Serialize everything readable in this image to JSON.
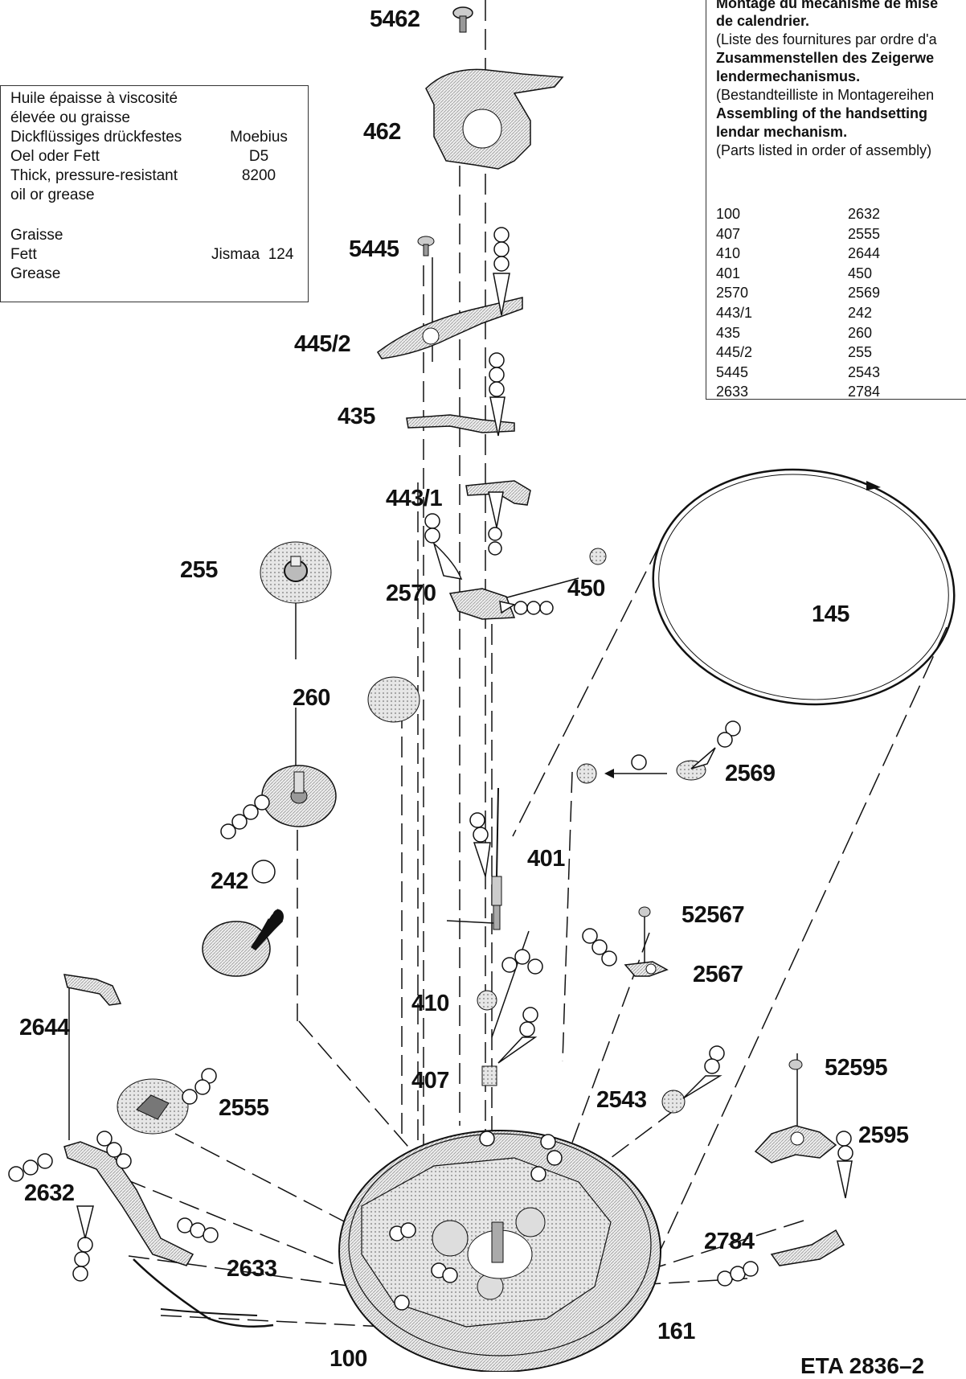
{
  "lubricant_legend": {
    "oil_lines": [
      "Huile épaisse à viscosité",
      "élevée ou graisse",
      "Dickflüssiges drückfestes",
      "Oel oder Fett",
      "Thick, pressure-resistant",
      "oil or grease"
    ],
    "oil_product": [
      "Moebius",
      "D5",
      "8200"
    ],
    "grease_lines": [
      "Graisse",
      "Fett",
      "Grease"
    ],
    "grease_product": "Jismaa  124"
  },
  "assembly_box": {
    "fr_title_1": "Montage du mécanisme de mise",
    "fr_title_2": "de calendrier.",
    "fr_note": "(Liste des fournitures par ordre d'a",
    "de_title_1": "Zusammenstellen des Zeigerwe",
    "de_title_2": "lendermechanismus.",
    "de_note": "(Bestandteilliste in Montagereihen",
    "en_title_1": "Assembling of the handsetting",
    "en_title_2": "lendar mechanism.",
    "en_note": "(Parts listed in order of assembly)",
    "col1": [
      "100",
      "407",
      "410",
      "401",
      "2570",
      "443/1",
      "435",
      "445/2",
      "5445",
      "2633"
    ],
    "col2": [
      "2632",
      "2555",
      "2644",
      "450",
      "2569",
      "242",
      "260",
      "255",
      "2543",
      "2784"
    ]
  },
  "part_labels": {
    "p5462": "5462",
    "p462": "462",
    "p5445": "5445",
    "p445_2": "445/2",
    "p435": "435",
    "p443_1": "443/1",
    "p255": "255",
    "p2570": "2570",
    "p450": "450",
    "p145": "145",
    "p260": "260",
    "p2569": "2569",
    "p401": "401",
    "p242": "242",
    "p52567": "52567",
    "p2567": "2567",
    "p410": "410",
    "p2644": "2644",
    "p407": "407",
    "p52595": "52595",
    "p2543": "2543",
    "p2555": "2555",
    "p2595": "2595",
    "p2632": "2632",
    "p2784": "2784",
    "p2633": "2633",
    "p161": "161",
    "p100": "100"
  },
  "footer": "ETA 2836–2",
  "colors": {
    "ink": "#111111",
    "part_fill": "#d9d9d9",
    "part_dark": "#8a8a8a"
  }
}
